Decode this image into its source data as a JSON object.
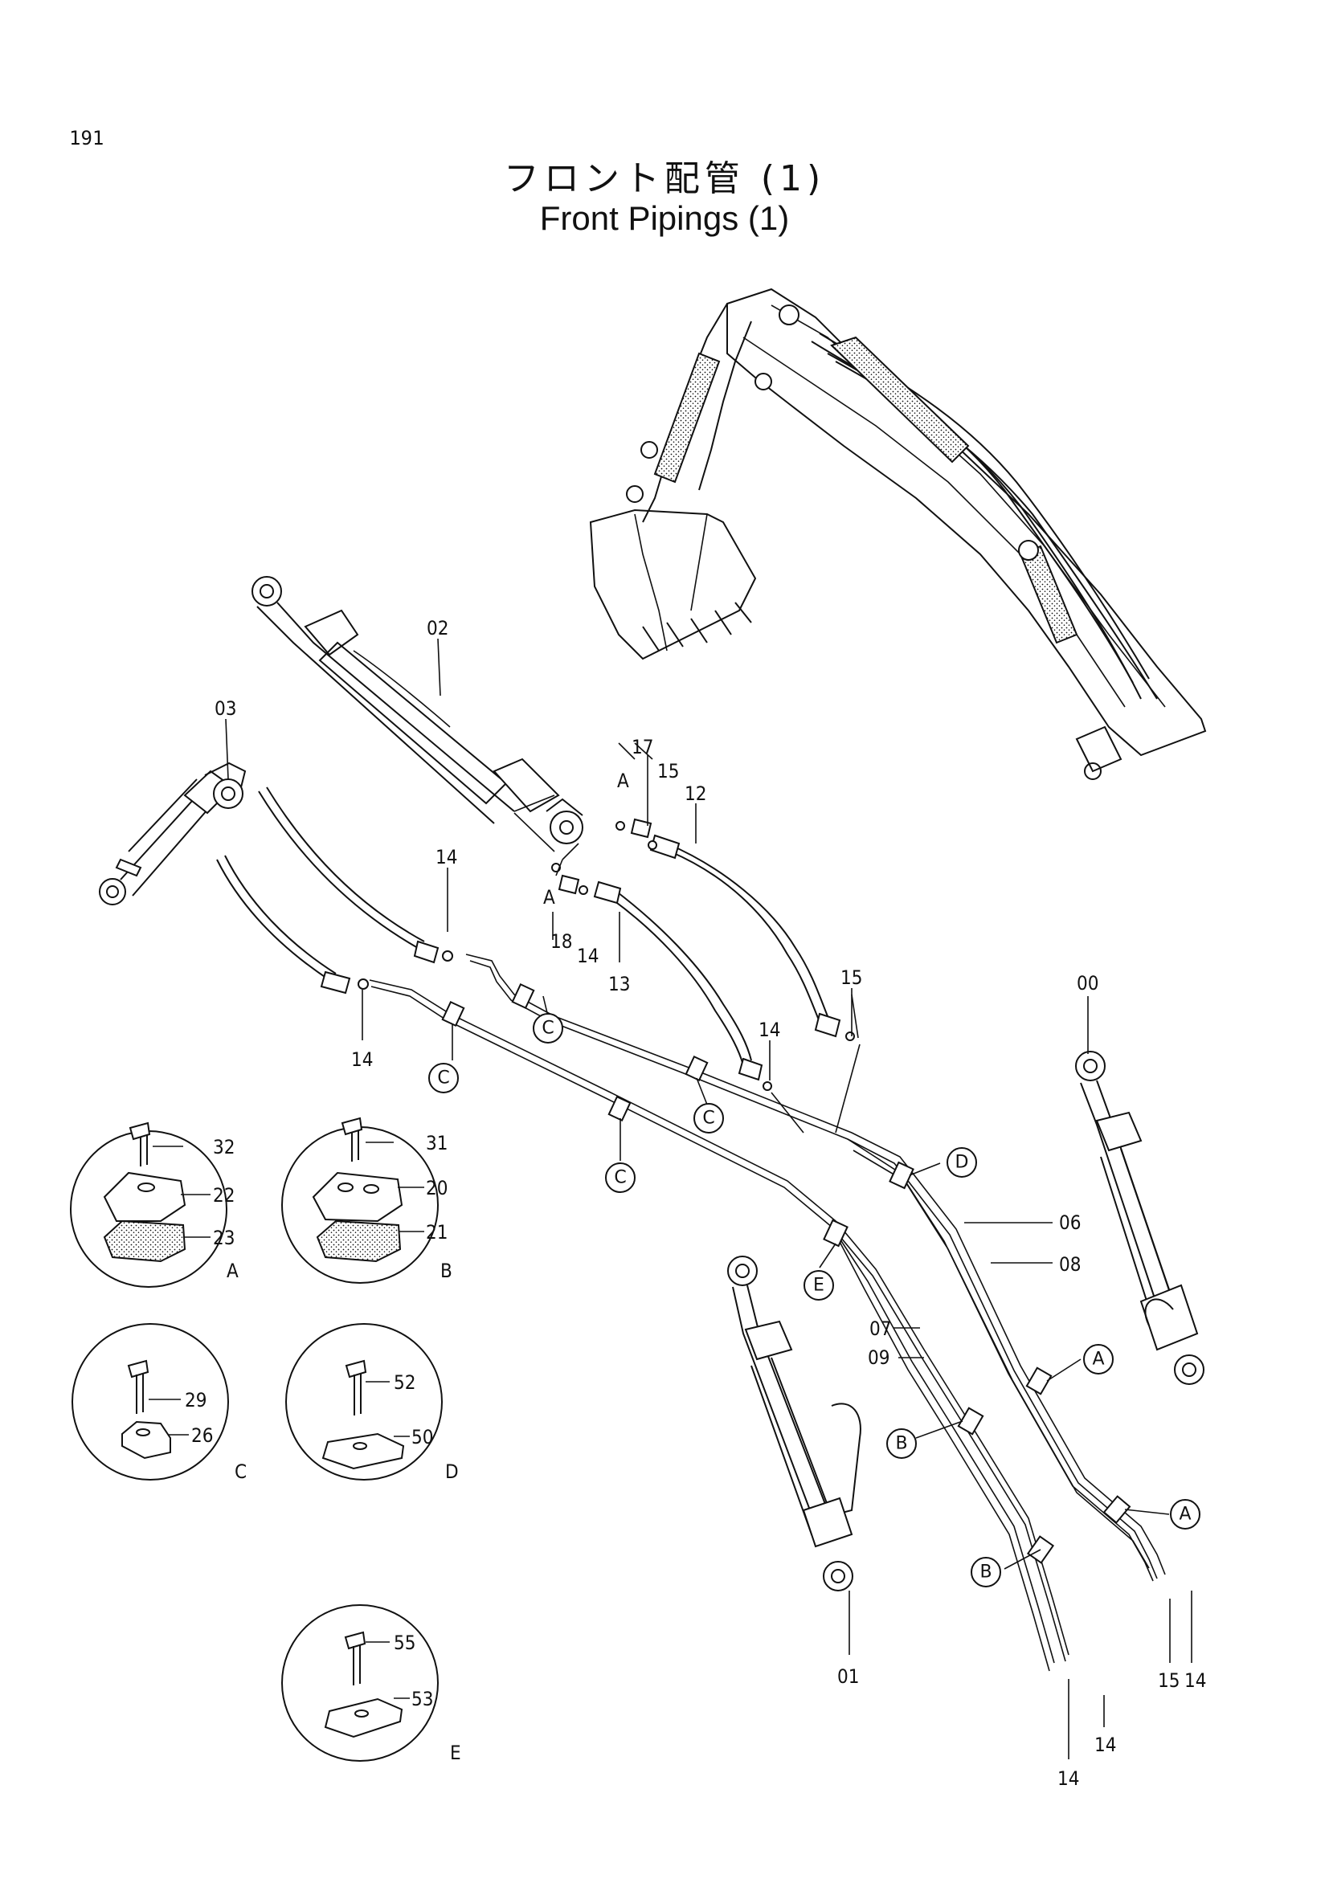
{
  "page": {
    "number": "191",
    "title_jp": "フロント配管 (1)",
    "title_en": "Front Pipings (1)"
  },
  "callouts": {
    "c00": "00",
    "c01": "01",
    "c02": "02",
    "c03": "03",
    "c06": "06",
    "c07": "07",
    "c08": "08",
    "c09": "09",
    "c12": "12",
    "c13": "13",
    "c14a": "14",
    "c14b": "14",
    "c14c": "14",
    "c14d": "14",
    "c14e": "14",
    "c14f": "14",
    "c14g": "14",
    "c15a": "15",
    "c15b": "15",
    "c15c": "15",
    "c17": "17",
    "c18": "18",
    "port_a1": "A",
    "port_a2": "A"
  },
  "clamp_refs": {
    "c1": "C",
    "c2": "C",
    "c3": "C",
    "c4": "C",
    "d1": "D",
    "e1": "E",
    "a1": "A",
    "a2": "A",
    "b1": "B",
    "b2": "B"
  },
  "detail_views": [
    {
      "view": "A",
      "bolt": "32",
      "upper": "22",
      "lower": "23"
    },
    {
      "view": "B",
      "bolt": "31",
      "upper": "20",
      "lower": "21"
    },
    {
      "view": "C",
      "bolt": "29",
      "clamp": "26"
    },
    {
      "view": "D",
      "bolt": "52",
      "clamp": "50"
    },
    {
      "view": "E",
      "bolt": "55",
      "clamp": "53"
    }
  ]
}
